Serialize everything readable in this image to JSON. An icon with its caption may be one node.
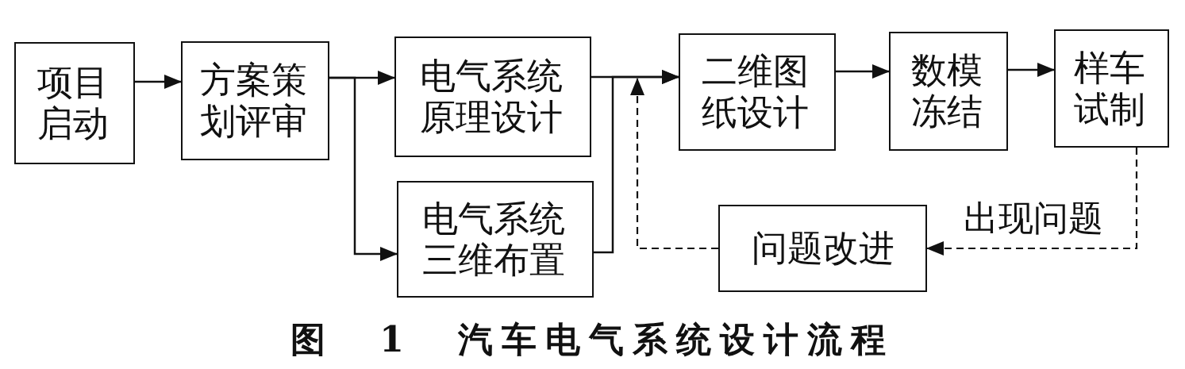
{
  "diagram": {
    "caption": "图 1 汽车电气系统设计流程",
    "nodes": [
      {
        "text": [
          "项目启动"
        ]
      },
      {
        "text": [
          "方案策划评审"
        ]
      },
      {
        "text": [
          "电气系统原理设计"
        ]
      },
      {
        "text": [
          "电气系统三维布置"
        ]
      },
      {
        "text": [
          "二维图纸设计"
        ]
      },
      {
        "text": [
          "数模冻结"
        ]
      },
      {
        "text": [
          "样车试制"
        ]
      },
      {
        "text": [
          "问题改进"
        ]
      }
    ],
    "edges": [
      {
        "from": 0,
        "to": 1,
        "arrow": "to"
      },
      {
        "from": 1,
        "to": 2,
        "arrow": "to"
      },
      {
        "from": 1,
        "to": 3,
        "arrow": "to"
      },
      {
        "from": 2,
        "to": 4,
        "arrow": "to"
      },
      {
        "from": 3,
        "to": 4,
        "arrow": "to"
      },
      {
        "from": 4,
        "to": 5,
        "arrow": "to"
      },
      {
        "from": 5,
        "to": 6,
        "arrow": "to"
      },
      {
        "from": 6,
        "to": 7,
        "arrow": "to",
        "label": "出现问题",
        "style": "dashed"
      },
      {
        "from": 7,
        "to": 4,
        "arrow": "to",
        "style": "dashed"
      }
    ]
  }
}
